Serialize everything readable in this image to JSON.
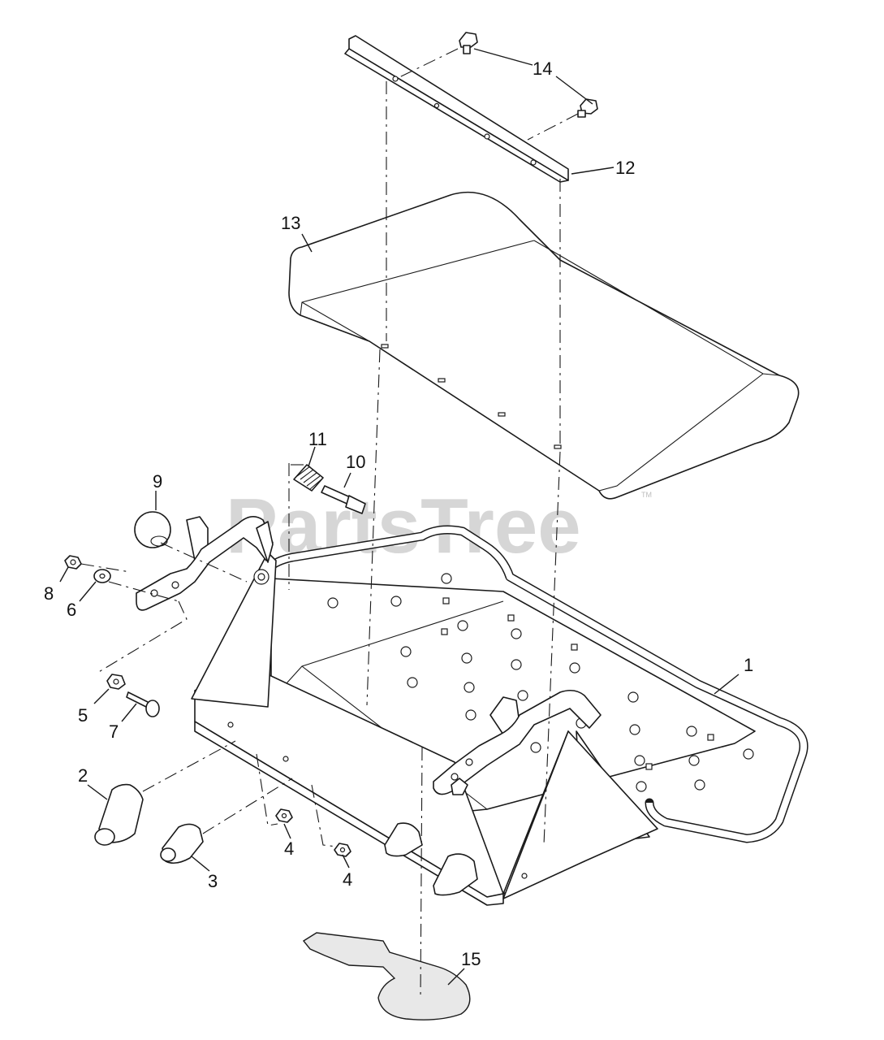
{
  "watermark": {
    "brand": "PartsTree",
    "trademark": "TM"
  },
  "callouts": [
    "1",
    "2",
    "3",
    "4",
    "4",
    "5",
    "6",
    "7",
    "8",
    "9",
    "10",
    "11",
    "12",
    "13",
    "14",
    "15"
  ],
  "colors": {
    "line": "#1a1a1a",
    "watermark": "#c9c9c9",
    "background": "#ffffff"
  }
}
